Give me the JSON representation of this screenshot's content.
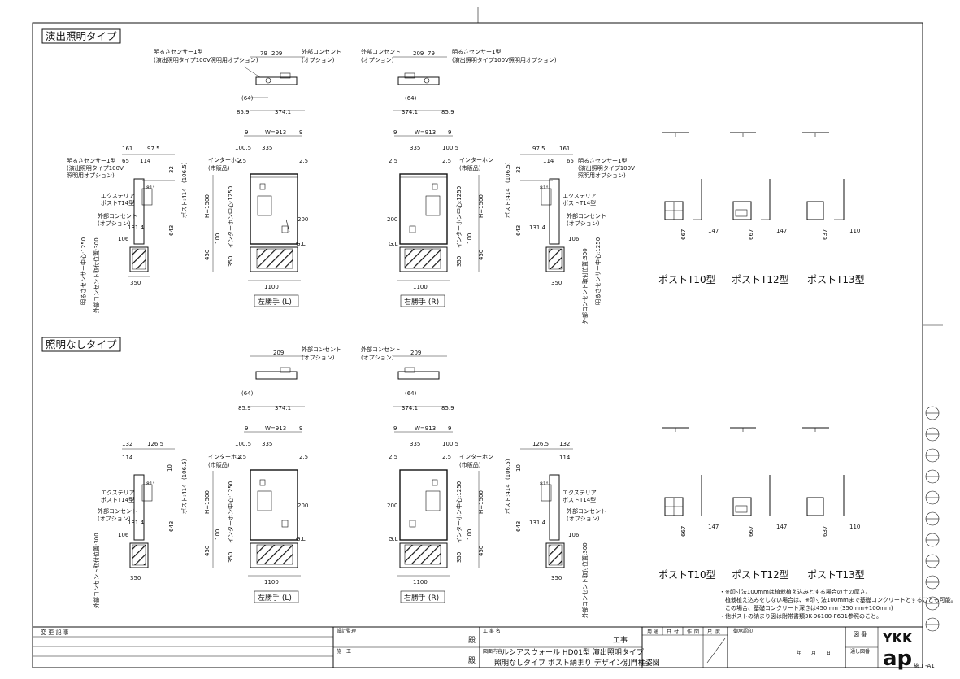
{
  "sections": {
    "top": "演出照明タイプ",
    "bottom": "照明なしタイプ"
  },
  "labels": {
    "sensor_top": "明るさセンサー1型",
    "sensor_sub": "(演出照明タイプ100V照明用オプション)",
    "outlet": "外部コンセント",
    "outlet_opt": "(オプション)",
    "sensor_side": "明るさセンサー1型",
    "sensor_side_sub1": "(演出照明タイプ100V",
    "sensor_side_sub2": "照明用オプション)",
    "exterior_light": "エクステリア",
    "exterior_light_2": "ポストT14型",
    "interphone": "インターホン",
    "interphone_sub": "(市販品)",
    "interphone_center": "インターホン中心:1250",
    "post_414": "ポスト:414",
    "sensor_center": "明るさセンサー中心:1250",
    "outlet_pos": "外部コンセント取付位置:300",
    "gl": "G.L"
  },
  "dims": {
    "d79": "79",
    "d209": "209",
    "d64": "(64)",
    "d85_9": "85.9",
    "d374_1": "374.1",
    "d9": "9",
    "dW": "W=913",
    "d100_5": "100.5",
    "d335": "335",
    "d2_5": "2.5",
    "d161": "161",
    "d97_5": "97.5",
    "d65": "65",
    "d114": "114",
    "d32": "32",
    "d106_5": "(106.5)",
    "d131_4": "131.4",
    "d643": "643",
    "d106": "106",
    "d350": "350",
    "d1100": "1100",
    "d200": "200",
    "dH": "H=1500",
    "d450": "450",
    "d100": "100",
    "d132": "132",
    "d126_5": "126.5",
    "d10": "10",
    "d81": "81°",
    "d667": "667",
    "d637": "637",
    "d147": "147",
    "d110": "110"
  },
  "hands": {
    "left": "左勝手 (L)",
    "right": "右勝手 (R)"
  },
  "posts": {
    "t10": "ポストT10型",
    "t12": "ポストT12型",
    "t13": "ポストT13型"
  },
  "notes": [
    "・※印寸法100mmは植栽植え込みとする場合の土の厚さ。",
    "植栽植え込みをしない場合は、※印寸法100mmまで基礎コンクリートとすることも可能。",
    "この場合、基礎コンクリート深さは450mm (350mm+100mm)",
    "・他ポストの納まり図は附帯書類3K-96100-F631参照のこと。"
  ],
  "titleblock": {
    "revision": "変 更 記 事",
    "design": "設計監理",
    "construction": "施　工",
    "dono": "殿",
    "project_label": "工 事 名",
    "project": "工事",
    "drawing_label": "図面内容",
    "drawing_line1": "ルシアスウォール HD01型 演出照明タイプ",
    "drawing_line2": "照明なしタイプ ポスト納まり デザイン別門柱姿図",
    "h_cols": [
      "用",
      "途",
      "日",
      "付",
      "作",
      "図",
      "尺",
      "度"
    ],
    "approval": "御承認印",
    "date": "年　　月　　日",
    "zuban": "図 番",
    "tsushi": "通し図番",
    "sheet_no": "施工-A1",
    "logo1": "YKK",
    "logo2": "ap"
  }
}
